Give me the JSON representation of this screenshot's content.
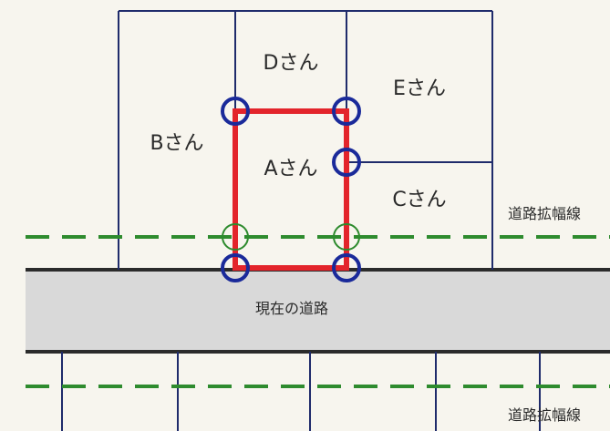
{
  "labels": {
    "d": "Dさん",
    "e": "Eさん",
    "b": "Bさん",
    "a": "Aさん",
    "c": "Cさん",
    "road": "現在の道路",
    "widening_top": "道路拡幅線",
    "widening_bottom": "道路拡幅線"
  },
  "colors": {
    "background": "#f7f5ee",
    "lot_lines": "#1f2b6b",
    "parcel_a": "#e3242b",
    "survey_marker": "#1a2a9a",
    "widening_marker": "#2e8b2e",
    "widening_line": "#2e8b2e",
    "road_fill": "#d9d9d9"
  }
}
